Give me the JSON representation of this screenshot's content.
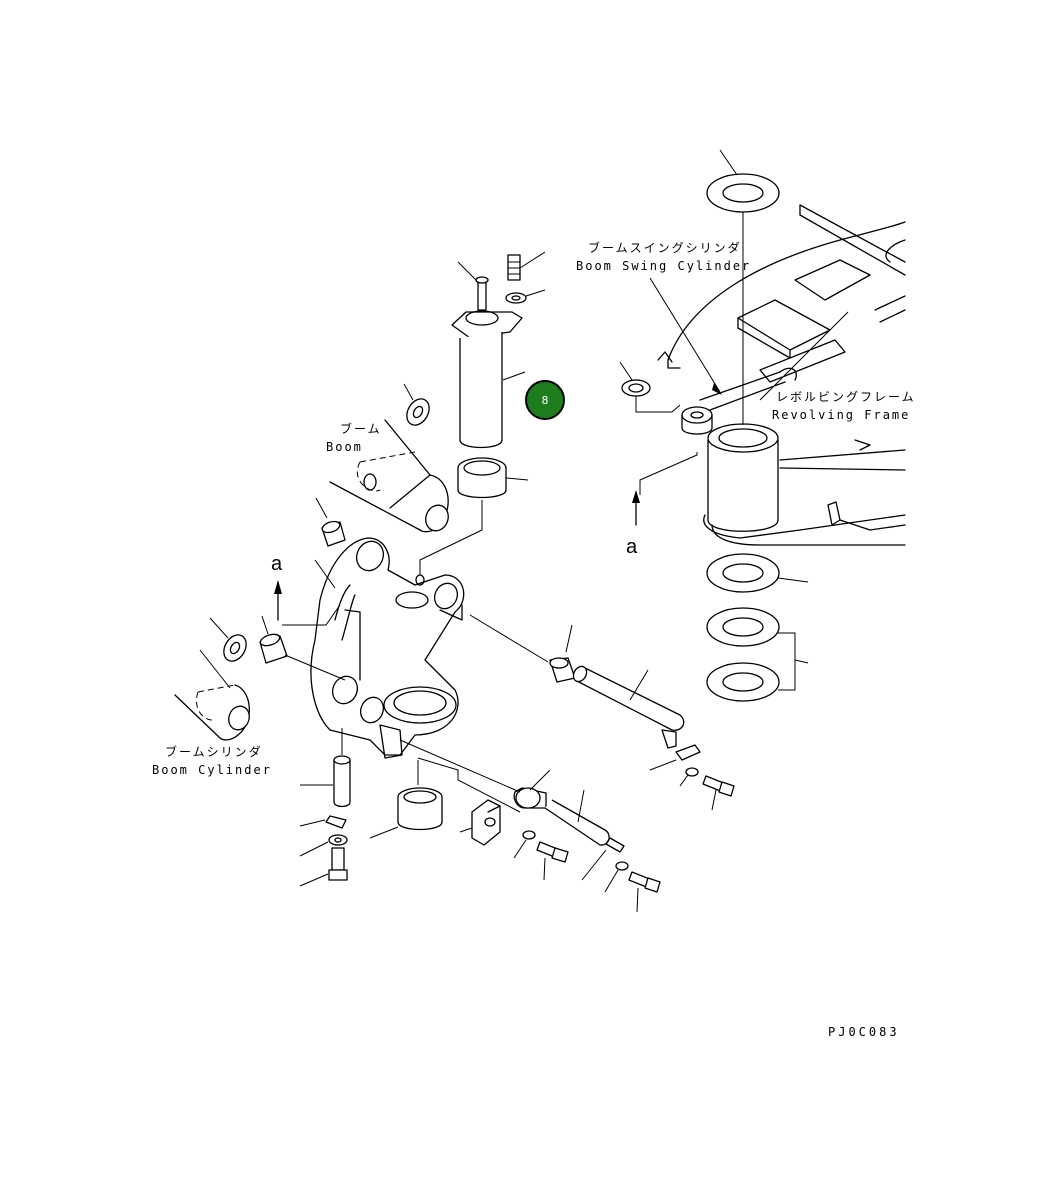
{
  "labels": {
    "boom_jp": "ブーム",
    "boom_en": "Boom",
    "boom_swing_cylinder_jp": "ブームスイングシリンダ",
    "boom_swing_cylinder_en": "Boom Swing Cylinder",
    "revolving_frame_jp": "レボルビングフレーム",
    "revolving_frame_en": "Revolving Frame",
    "boom_cylinder_jp": "ブームシリンダ",
    "boom_cylinder_en": "Boom Cylinder",
    "view_a_left": "a",
    "view_a_right": "a",
    "drawing_code": "PJ0C083"
  },
  "callout": {
    "number": "8",
    "color": "#1e7d1e"
  }
}
